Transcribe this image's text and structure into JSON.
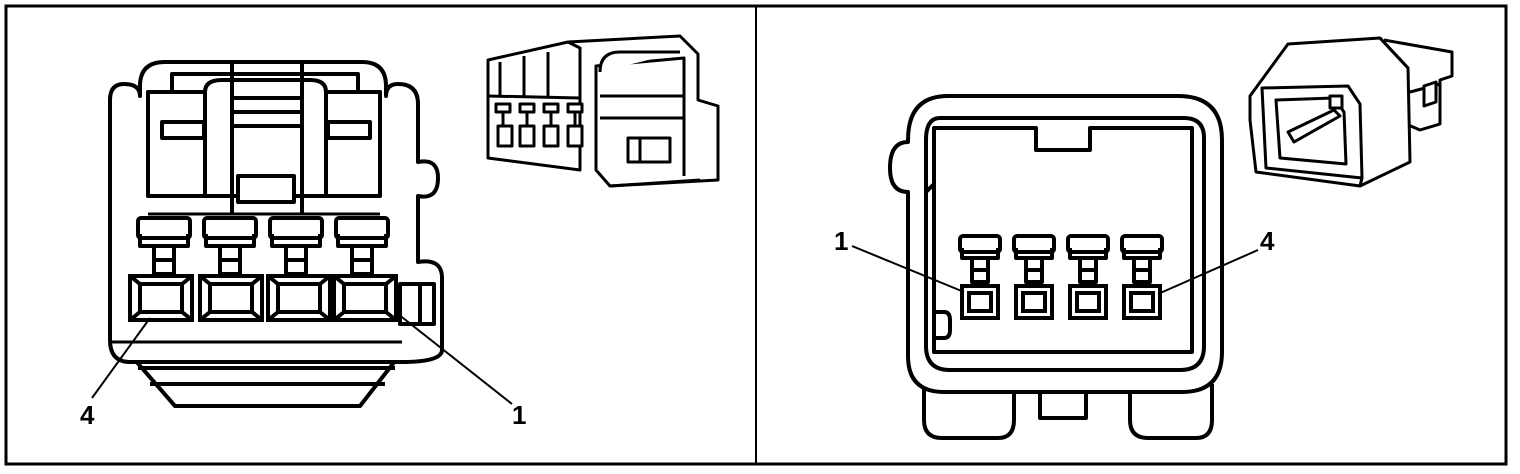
{
  "left_panel": {
    "pin_label_left": "4",
    "pin_label_right": "1"
  },
  "right_panel": {
    "pin_label_left": "1",
    "pin_label_right": "4"
  },
  "colors": {
    "stroke": "#000000",
    "background": "#ffffff"
  }
}
